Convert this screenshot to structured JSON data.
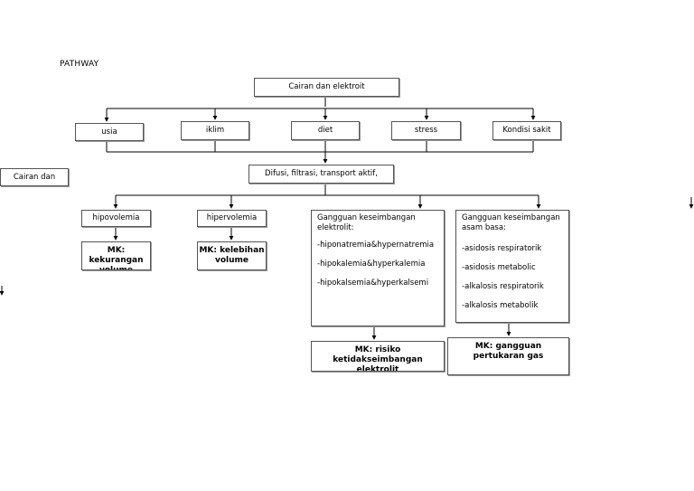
{
  "title": "PATHWAY",
  "root": "Cairan dan elektroit",
  "factors": [
    "usia",
    "iklim",
    "diet",
    "stress",
    "Kondisi sakit"
  ],
  "process": "Difusi, filtrasi, transport aktif,",
  "side_box": "Cairan dan",
  "disorders": {
    "hipovolemia": "hipovolemia",
    "hipervolemia": "hipervolemia",
    "elektrolit": {
      "heading": "Gangguan keseimbangan elektrolit:",
      "items": [
        "-hiponatremia&hypernatremia",
        "-hipokalemia&hyperkalemia",
        "-hipokalsemia&hyperkalsemi"
      ]
    },
    "asam_basa": {
      "heading": "Gangguan keseimbangan asam basa:",
      "items": [
        "-asidosis respiratorik",
        "-asidosis metabolic",
        "-alkalosis respiratorik",
        "-alkalosis metabolik"
      ]
    }
  },
  "diagnoses": {
    "kekurangan": "MK: kekurangan volume",
    "kelebihan": "MK: kelebihan volume",
    "risiko": "MK: risiko ketidakseimbangan elektrolit",
    "gangguan": "MK: gangguan pertukaran gas"
  }
}
